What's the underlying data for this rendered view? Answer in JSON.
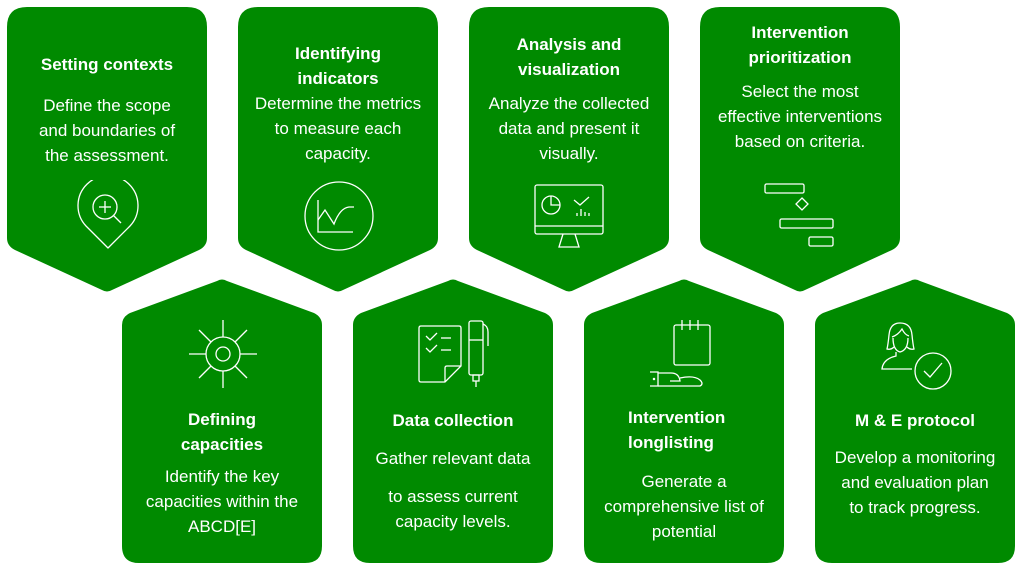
{
  "colors": {
    "card": "#008a00",
    "text": "#ffffff",
    "background": "#ffffff"
  },
  "top_row": [
    {
      "title": "Setting contexts",
      "desc": [
        "Define the scope",
        "and boundaries of",
        "the assessment."
      ],
      "icon": "location-search-icon"
    },
    {
      "title": "Identifying indicators",
      "title_lines": [
        "Identifying",
        "indicators"
      ],
      "desc": [
        "Determine the metrics",
        "to measure each",
        "capacity."
      ],
      "icon": "line-chart-circle-icon"
    },
    {
      "title": "Analysis and visualization",
      "title_lines": [
        "Analysis and",
        "visualization"
      ],
      "desc": [
        "Analyze the collected",
        "data and present it",
        "visually."
      ],
      "icon": "monitor-dashboard-icon"
    },
    {
      "title": "Intervention prioritization",
      "title_lines": [
        "Intervention",
        "prioritization"
      ],
      "desc": [
        "Select the most",
        "effective interventions",
        "based on criteria."
      ],
      "icon": "gantt-flow-icon"
    }
  ],
  "bottom_row": [
    {
      "title": "Defining capacities",
      "title_lines": [
        "Defining",
        "capacities"
      ],
      "desc": [
        "Identify the key",
        "capacities within the",
        "ABCD[E]"
      ],
      "icon": "sun-gear-icon"
    },
    {
      "title": "Data collection",
      "desc": [
        "Gather relevant data",
        "to assess current",
        "capacity levels."
      ],
      "icon": "checklist-pen-icon"
    },
    {
      "title": "Intervention longlisting",
      "title_lines": [
        "Intervention",
        "longlisting"
      ],
      "desc": [
        "Generate a",
        "comprehensive list of",
        "potential"
      ],
      "icon": "hand-notepad-icon"
    },
    {
      "title": "M & E protocol",
      "desc": [
        "Develop a monitoring",
        "and evaluation plan",
        "to track progress."
      ],
      "icon": "person-check-icon"
    }
  ]
}
